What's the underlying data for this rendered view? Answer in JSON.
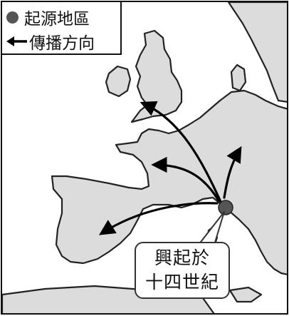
{
  "legend": {
    "origin_label": "起源地區",
    "direction_label": "傳播方向"
  },
  "callout": {
    "line1": "興起於",
    "line2": "十四世紀"
  },
  "colors": {
    "land": "#dcdcdc",
    "sea": "#ffffff",
    "origin_marker": "#555555",
    "arrows": "#000000"
  },
  "map": {
    "origin_region": "Italy (Florence)",
    "spread_targets": [
      "British Isles",
      "France",
      "Iberian Peninsula",
      "Central Europe"
    ]
  }
}
